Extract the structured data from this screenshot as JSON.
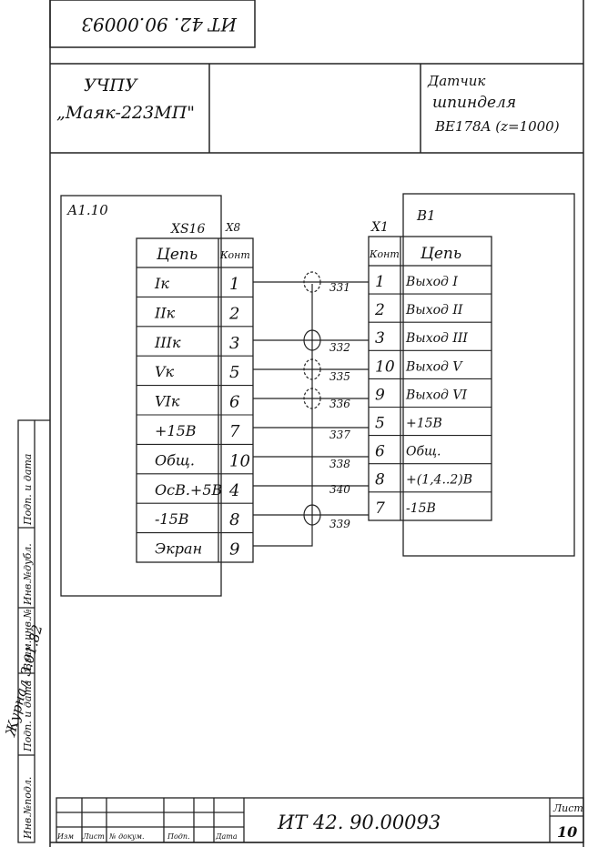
{
  "stamp_top": "ИТ 42. 90.00093",
  "header": {
    "left_line1": "УЧПУ",
    "left_line2": "„Маяк-223МП\"",
    "right_line1": "Датчик",
    "right_line2": "шпинделя",
    "right_line3": "BE178A (z=1000)"
  },
  "left_block": {
    "title": "А1.10",
    "connector": "XS16",
    "connector_alt": "X8",
    "col_circuit": "Цепь",
    "col_contact": "Конт",
    "rows": [
      {
        "circuit": "Iк",
        "contact": "1"
      },
      {
        "circuit": "IIк",
        "contact": "2"
      },
      {
        "circuit": "IIIк",
        "contact": "3"
      },
      {
        "circuit": "Vк",
        "contact": "5"
      },
      {
        "circuit": "VIк",
        "contact": "6"
      },
      {
        "circuit": "+15В",
        "contact": "7"
      },
      {
        "circuit": "Общ.",
        "contact": "10"
      },
      {
        "circuit": "ОсВ.+5В",
        "contact": "4"
      },
      {
        "circuit": "-15В",
        "contact": "8"
      },
      {
        "circuit": "Экран",
        "contact": "9"
      }
    ]
  },
  "right_block": {
    "title": "В1",
    "connector": "X1",
    "col_contact": "Конт",
    "col_circuit": "Цепь",
    "rows": [
      {
        "contact": "1",
        "circuit": "Выход I"
      },
      {
        "contact": "2",
        "circuit": "Выход II"
      },
      {
        "contact": "3",
        "circuit": "Выход III"
      },
      {
        "contact": "10",
        "circuit": "Выход V"
      },
      {
        "contact": "9",
        "circuit": "Выход VI"
      },
      {
        "contact": "5",
        "circuit": "+15В"
      },
      {
        "contact": "6",
        "circuit": "Общ."
      },
      {
        "contact": "8",
        "circuit": "+(1,4..2)В"
      },
      {
        "contact": "7",
        "circuit": "-15В"
      }
    ]
  },
  "wires": [
    "331",
    "332",
    "335",
    "336",
    "337",
    "338",
    "340",
    "339"
  ],
  "side_labels": {
    "inv_podl": "Инв.№подл.",
    "podp_data1": "Подп. и дата",
    "vzam": "Взам.инв.№",
    "inv_dubl": "Инв.№дубл.",
    "podp_data2": "Подп. и дата",
    "signature": "Журнал 3.01.82"
  },
  "title_block": {
    "doc_number": "ИТ 42. 90.00093",
    "sheet_label": "Лист",
    "sheet_number": "10",
    "cols": [
      "Изм",
      "Лист",
      "№ докум.",
      "Подп.",
      "Дата"
    ]
  }
}
